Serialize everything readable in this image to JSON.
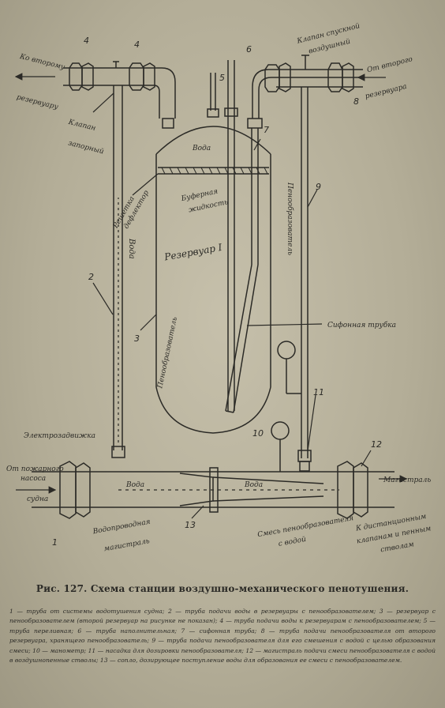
{
  "labels": {
    "n1": "1",
    "n2": "2",
    "n3": "3",
    "n4a": "4",
    "n4b": "4",
    "n5": "5",
    "n6": "6",
    "n7": "7",
    "n8": "8",
    "n9": "9",
    "n10": "10",
    "n11": "11",
    "n12": "12",
    "n13": "13",
    "to_second_reservoir_1": "Ко второму",
    "to_second_reservoir_2": "резервуару",
    "valve_1": "Клапан",
    "valve_2": "запорный",
    "vent_valve_1": "Клапан спускной",
    "vent_valve_2": "воздушный",
    "from_second_1": "От второго",
    "from_second_2": "резервуара",
    "water_top": "Вода",
    "grid_1": "Решетка",
    "grid_2": "дефлектор",
    "buffer_1": "Буферная",
    "buffer_2": "жидкость",
    "reservoir": "Резервуар I",
    "water_pipe": "Вода",
    "foam_agent": "Пенообразователь",
    "foam_pipe": "Пенообразователь",
    "siphon": "Сифонная трубка",
    "electric_valve": "Электрозадвижка",
    "from_pump_1": "От пожарного",
    "from_pump_2": "насоса",
    "from_pump_3": "судна",
    "water_main_1": "Вода",
    "water_main_2": "Вода",
    "main_line": "Магистраль",
    "water_line_1": "Водопроводная",
    "water_line_2": "магистраль",
    "mixture_1": "Смесь пенообразователя",
    "mixture_2": "с водой",
    "to_remote_1": "К дистанционным",
    "to_remote_2": "клапанам и пенным",
    "to_remote_3": "стволам"
  },
  "caption": "Рис. 127. Схема станции воздушно-механического пенотушения.",
  "legend": "1 — труба от системы водотушения судна; 2 — труба подачи воды в резервуары с пенообразователем; 3 — резервуар с пенообразователем (второй резервуар на рисунке не показан); 4 — труба подачи воды к резервуарам с пенообразователем; 5 — труба переливная; 6 — труба наполнительная; 7 — сифонная труба; 8 — труба подачи пенообразователя от второго резервуара, хранящего пенообразователь; 9 — труба подачи пенообразователя для его смешения с водой с целью образования смеси; 10 — манометр; 11 — насадка для дозировки пенообразователя; 12 — магистраль подачи смеси пенообразователя с водой в воздушнопенные стволы; 13 — сопло, дозирующее поступление воды для образования ее смеси с пенообразователем."
}
